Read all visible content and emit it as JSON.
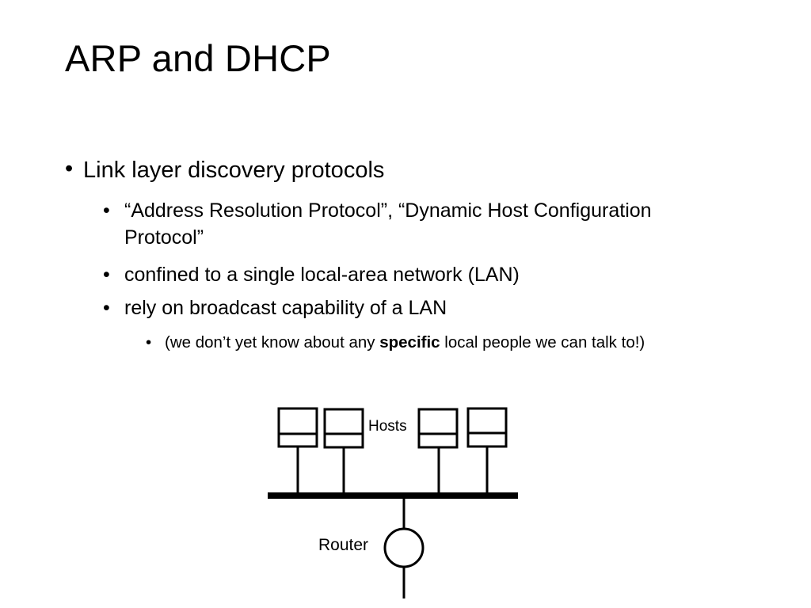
{
  "slide": {
    "title": "ARP and DHCP"
  },
  "bullets": {
    "l1_0": "Link layer discovery protocols",
    "l2_0_line1": "“Address Resolution Protocol”,  “Dynamic Host Configuration",
    "l2_0_line2": "Protocol”",
    "l2_1": "confined to a single local-area network (LAN)",
    "l2_2": "rely on broadcast capability of a LAN",
    "l3_0_pre": "(we don’t yet know about any ",
    "l3_0_bold": "specific",
    "l3_0_post": " local people we can talk to!)",
    "bullet_glyph": "•"
  },
  "diagram": {
    "hosts_label": "Hosts",
    "router_label": "Router",
    "host_count": 4
  }
}
